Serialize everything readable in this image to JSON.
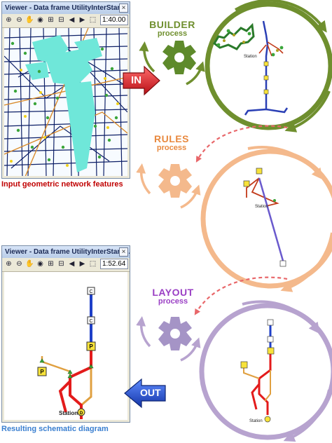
{
  "viewer_input": {
    "title": "Viewer - Data frame UtilityInterStart",
    "scale": "1:40.00",
    "close_glyph": "×"
  },
  "viewer_output": {
    "title": "Viewer - Data frame UtilityInterStart (...",
    "scale": "1:52.64",
    "close_glyph": "×"
  },
  "input_caption": "Input geometric network features",
  "output_caption": "Resulting schematic diagram",
  "in_arrow_label": "IN",
  "out_arrow_label": "OUT",
  "phases": [
    {
      "name": "BUILDER",
      "sub": "process",
      "color": "#6f8f2e"
    },
    {
      "name": "RULES",
      "sub": "process",
      "color": "#e8893f"
    },
    {
      "name": "LAYOUT",
      "sub": "process",
      "color": "#9a3fc4"
    }
  ],
  "node_labels": {
    "station": "Station",
    "p": "P",
    "c": "C",
    "d": "D"
  },
  "colors": {
    "builder_green": "#6f8f2e",
    "rules_orange": "#f4b98c",
    "layout_purple": "#b7a3cf",
    "in_red": "#d9262b",
    "out_blue": "#1f4fd1",
    "caption_red": "#c00000",
    "caption_blue": "#3a7fd0",
    "dashed_red": "#e8676a"
  }
}
